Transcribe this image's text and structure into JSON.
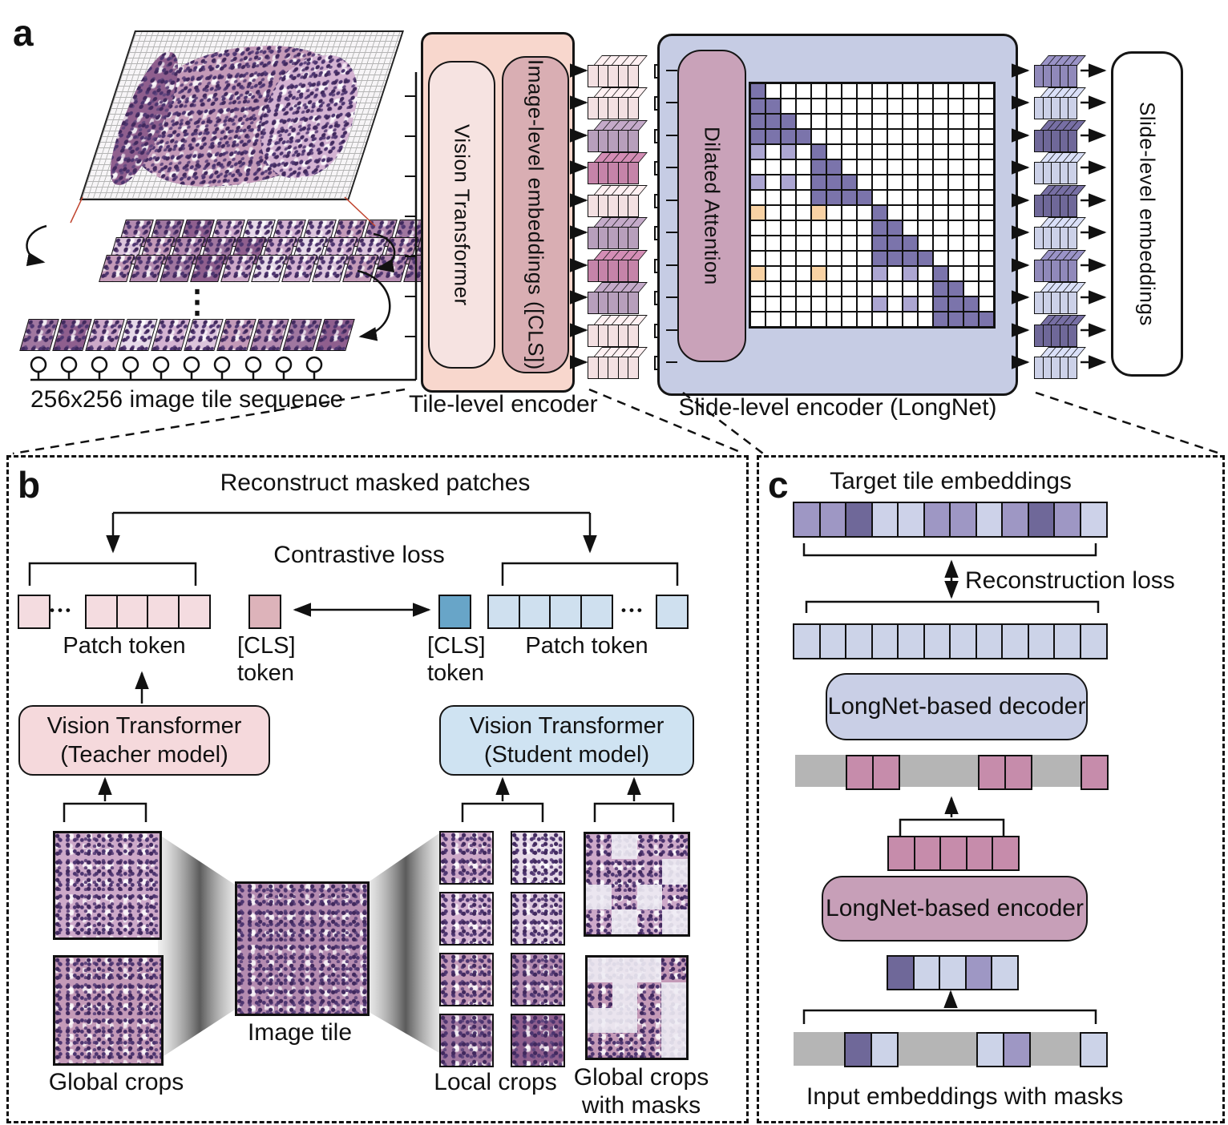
{
  "panel_a": {
    "label": "a",
    "sequence_caption": "256x256 image tile sequence",
    "tile_encoder_label": "Tile-level encoder",
    "vision_transformer": "Vision Transformer",
    "image_level_embeddings": "Image-level embeddings ([CLS])",
    "slide_encoder_label": "Slide-level encoder (LongNet)",
    "dilated_attention": "Dilated Attention",
    "slide_embeddings_label": "Slide-level embeddings",
    "dots_vertical": "⋮",
    "tile_embedding_stacks": [
      "#f3e0e2",
      "#f3e0e2",
      "#b79fbc",
      "#c584a9",
      "#f3e0e2",
      "#b79fbc",
      "#c584a9",
      "#b79fbc",
      "#f3e0e2",
      "#f3e0e2"
    ],
    "slide_embedding_stacks": [
      "#9089ba",
      "#ccd1e8",
      "#6f6899",
      "#ccd1e8",
      "#6f6899",
      "#ccd1e8",
      "#9089ba",
      "#ccd1e8",
      "#6f6899",
      "#ccd1e8"
    ],
    "attention": {
      "rows": 16,
      "cols": 16,
      "colors": {
        "dark": "#7b74ab",
        "light": "#aca6d2",
        "orange": "#f8d2a4"
      },
      "dark": [
        [
          0,
          0
        ],
        [
          1,
          0
        ],
        [
          1,
          1
        ],
        [
          2,
          0
        ],
        [
          2,
          1
        ],
        [
          2,
          2
        ],
        [
          3,
          0
        ],
        [
          3,
          1
        ],
        [
          3,
          2
        ],
        [
          3,
          3
        ],
        [
          4,
          4
        ],
        [
          5,
          4
        ],
        [
          5,
          5
        ],
        [
          6,
          4
        ],
        [
          6,
          5
        ],
        [
          6,
          6
        ],
        [
          7,
          4
        ],
        [
          7,
          5
        ],
        [
          7,
          6
        ],
        [
          7,
          7
        ],
        [
          8,
          8
        ],
        [
          9,
          8
        ],
        [
          9,
          9
        ],
        [
          10,
          8
        ],
        [
          10,
          9
        ],
        [
          10,
          10
        ],
        [
          11,
          8
        ],
        [
          11,
          9
        ],
        [
          11,
          10
        ],
        [
          11,
          11
        ],
        [
          12,
          12
        ],
        [
          13,
          12
        ],
        [
          13,
          13
        ],
        [
          14,
          12
        ],
        [
          14,
          13
        ],
        [
          14,
          14
        ],
        [
          15,
          12
        ],
        [
          15,
          13
        ],
        [
          15,
          14
        ],
        [
          15,
          15
        ]
      ],
      "light": [
        [
          4,
          0
        ],
        [
          4,
          2
        ],
        [
          6,
          0
        ],
        [
          6,
          2
        ],
        [
          12,
          8
        ],
        [
          12,
          10
        ],
        [
          14,
          8
        ],
        [
          14,
          10
        ]
      ],
      "orange": [
        [
          8,
          0
        ],
        [
          8,
          4
        ],
        [
          12,
          0
        ],
        [
          12,
          4
        ]
      ]
    }
  },
  "panel_b": {
    "label": "b",
    "title": "Reconstruct masked patches",
    "contrastive_loss": "Contrastive loss",
    "patch_token_left": "Patch token",
    "patch_token_right": "Patch token",
    "cls_left_line1": "[CLS]",
    "cls_left_line2": "token",
    "cls_right_line1": "[CLS]",
    "cls_right_line2": "token",
    "dots": "•••",
    "teacher_line1": "Vision Transformer",
    "teacher_line2": "(Teacher model)",
    "student_line1": "Vision Transformer",
    "student_line2": "(Student model)",
    "global_crops": "Global crops",
    "image_tile": "Image tile",
    "local_crops": "Local crops",
    "global_crops_masks_line1": "Global crops",
    "global_crops_masks_line2": "with masks",
    "patch_single_left": [
      "#f4dce0"
    ],
    "patch_cells_left": [
      "#f4dce0",
      "#f4dce0",
      "#f4dce0",
      "#f4dce0"
    ],
    "cls_left_cell": [
      "#ddb3ba"
    ],
    "cls_right_cell": [
      "#68a5c8"
    ],
    "patch_cells_right": [
      "#cfe0ef",
      "#cfe0ef",
      "#cfe0ef",
      "#cfe0ef"
    ],
    "patch_single_right": [
      "#cfe0ef"
    ],
    "mask1_white": [
      [
        0,
        1
      ],
      [
        1,
        3
      ],
      [
        2,
        0
      ],
      [
        2,
        2
      ],
      [
        3,
        1
      ],
      [
        3,
        3
      ]
    ],
    "mask2_white": [
      [
        0,
        0
      ],
      [
        0,
        1
      ],
      [
        0,
        2
      ],
      [
        1,
        1
      ],
      [
        1,
        3
      ],
      [
        2,
        0
      ],
      [
        2,
        1
      ],
      [
        2,
        3
      ],
      [
        3,
        3
      ]
    ]
  },
  "panel_c": {
    "label": "c",
    "title": "Target tile embeddings",
    "reconstruction_loss": "Reconstruction loss",
    "decoder_label": "LongNet-based decoder",
    "encoder_label": "LongNet-based encoder",
    "input_caption": "Input embeddings with masks",
    "bar_color": "#b5b5b5",
    "target_row": [
      "#9e97c4",
      "#9e97c4",
      "#6f6899",
      "#cdd2e9",
      "#cdd2e9",
      "#9e97c4",
      "#9e97c4",
      "#cdd2e9",
      "#9e97c4",
      "#6f6899",
      "#9e97c4",
      "#cdd2e9"
    ],
    "pred_row": [
      "#ccd3e8",
      "#ccd3e8",
      "#ccd3e8",
      "#ccd3e8",
      "#ccd3e8",
      "#ccd3e8",
      "#ccd3e8",
      "#ccd3e8",
      "#ccd3e8",
      "#ccd3e8",
      "#ccd3e8",
      "#ccd3e8"
    ],
    "mask_tokens_row": [
      "#c68cab",
      "#c68cab",
      "#c68cab",
      "#c68cab",
      "#c68cab"
    ],
    "encoder_out_row": [
      "#6f6899",
      "#ccd3e8",
      "#ccd3e8",
      "#9e97c4",
      "#ccd3e8"
    ],
    "bar_top_pair1": [
      "#c68cab",
      "#c68cab"
    ],
    "bar_top_pair2": [
      "#c68cab",
      "#c68cab"
    ],
    "bar_top_single": [
      "#c68cab"
    ],
    "bar_bot_pair1": [
      "#6f6899",
      "#ccd3e8"
    ],
    "bar_bot_pair2": [
      "#ccd3e8",
      "#9e97c4"
    ],
    "bar_bot_single": [
      "#ccd3e8"
    ]
  }
}
